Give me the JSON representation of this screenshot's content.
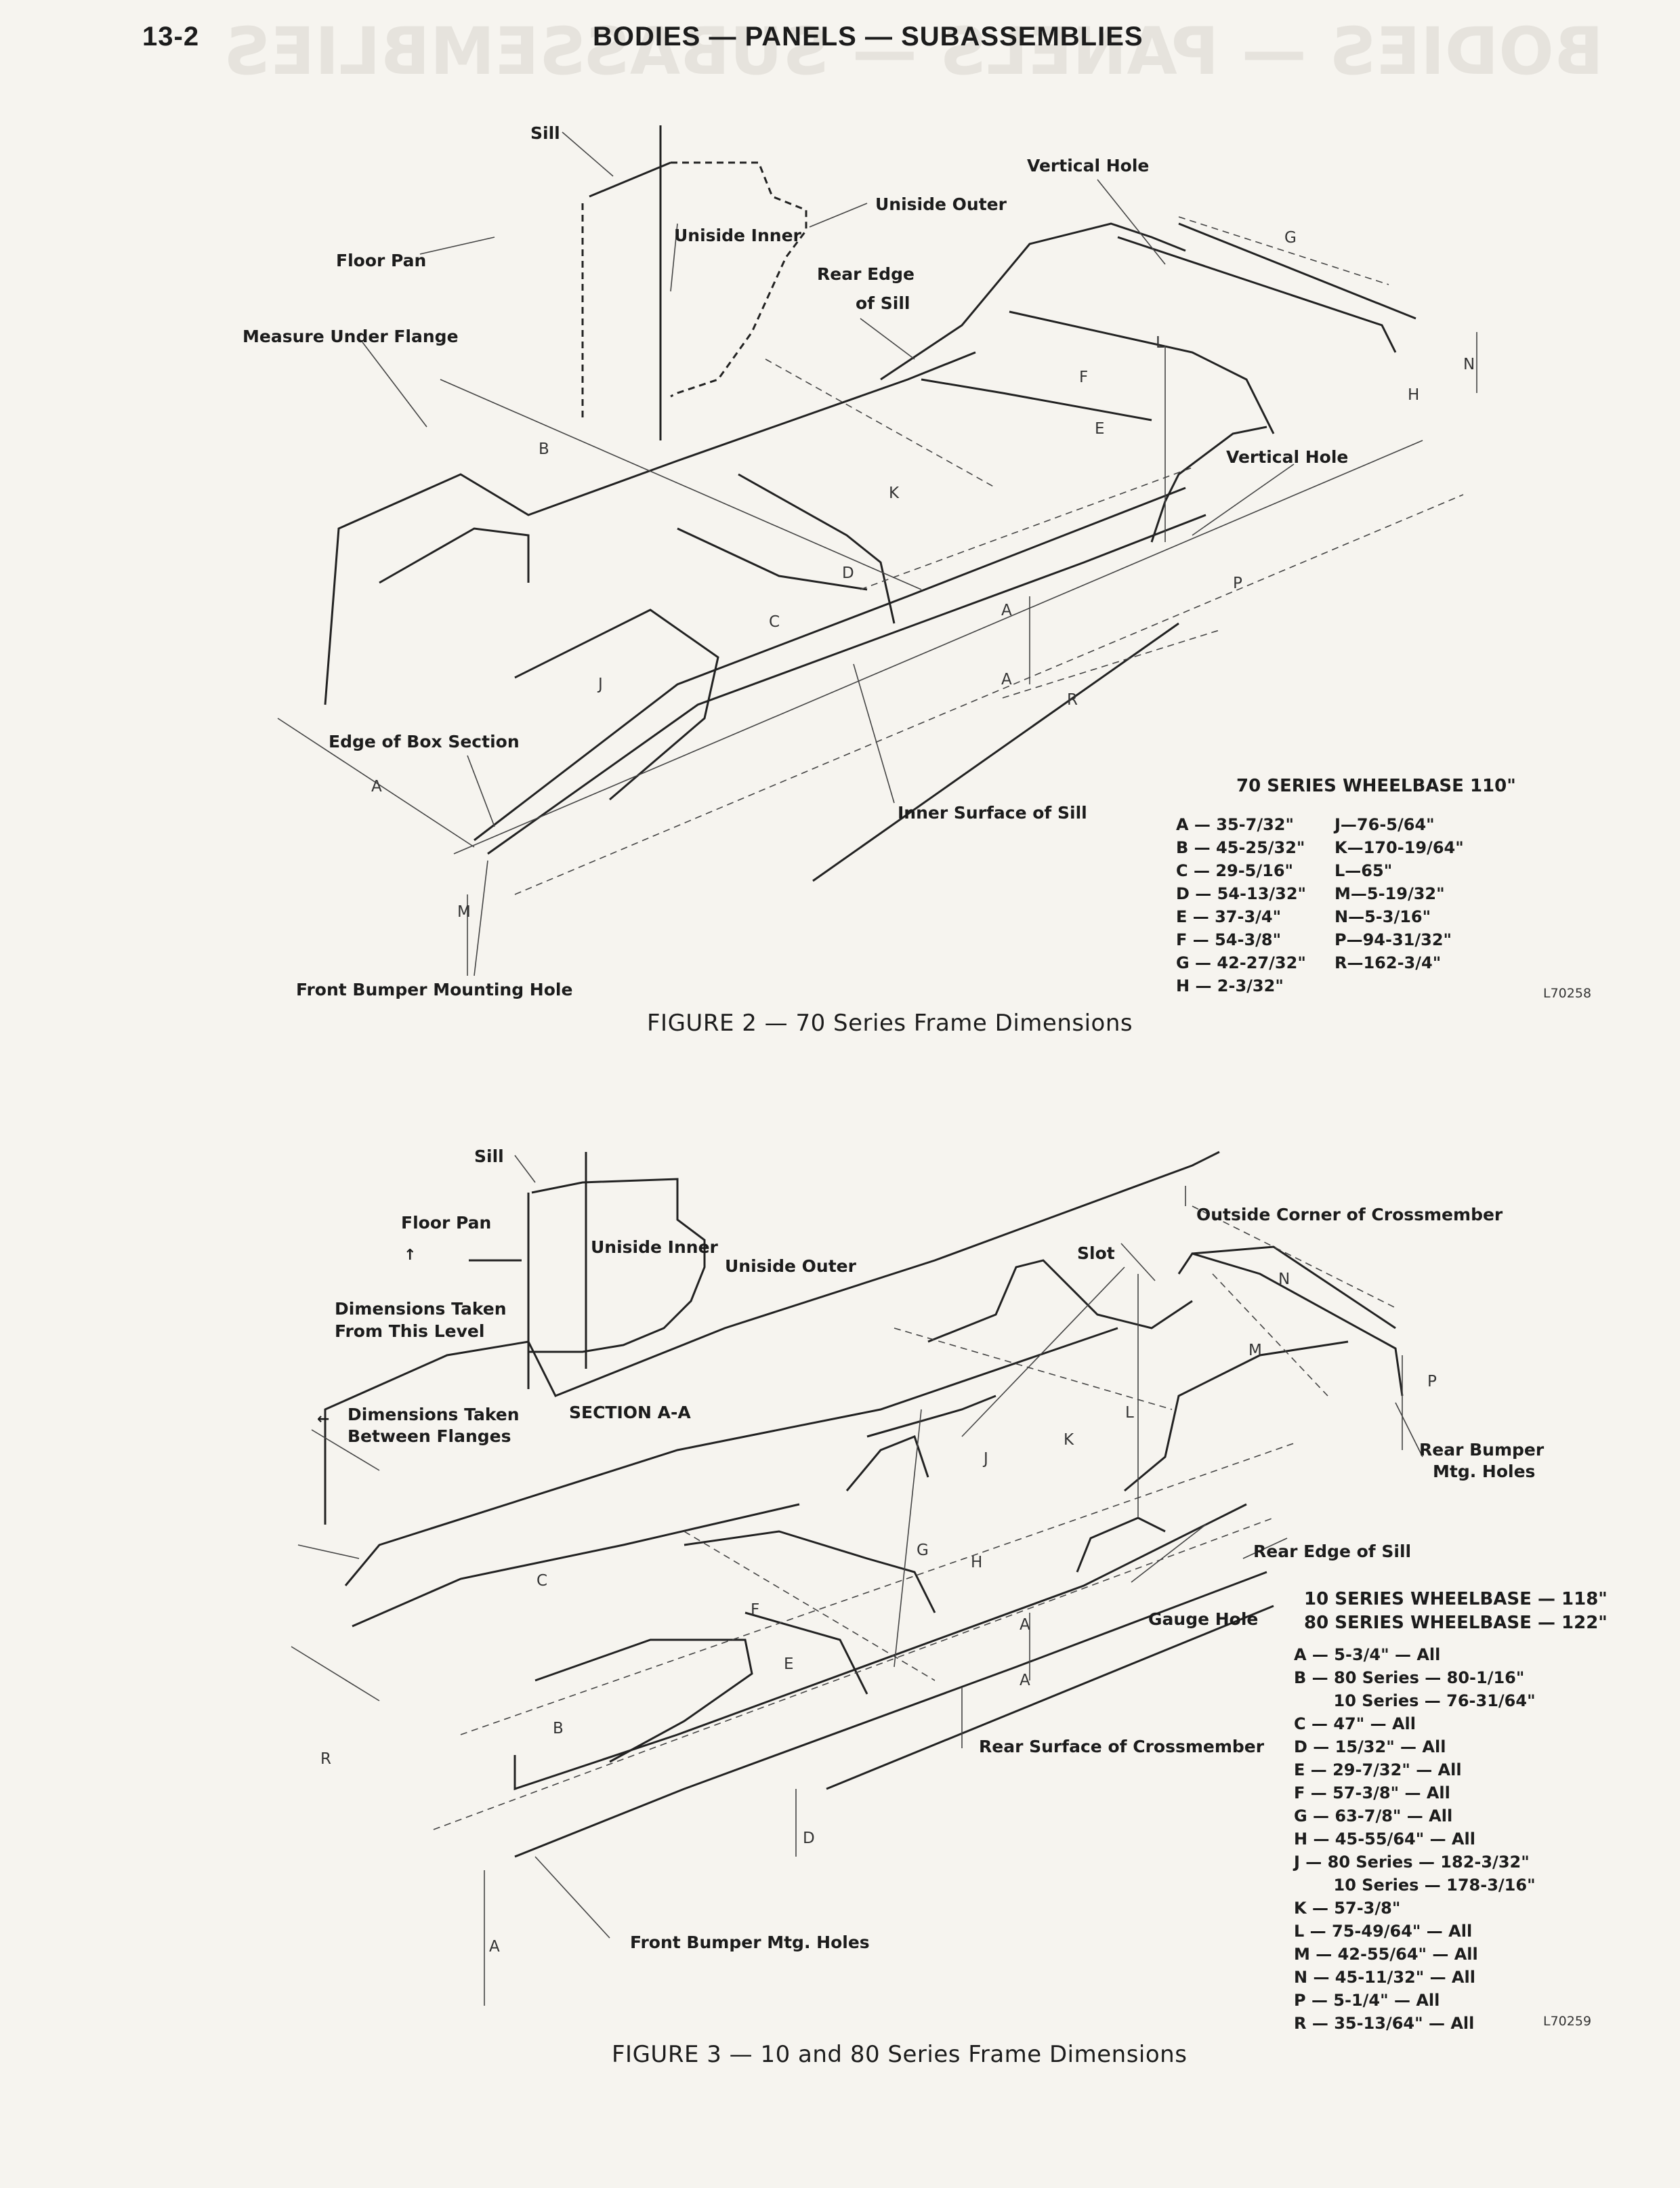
{
  "page": {
    "number": "13-2",
    "title": "BODIES — PANELS — SUBASSEMBLIES",
    "bleed_through": "BODIES — PANELS — SUBASSEMBLIES"
  },
  "fig2": {
    "caption": "FIGURE 2 — 70 Series Frame Dimensions",
    "ref": "L70258",
    "labels": {
      "sill": "Sill",
      "floor_pan": "Floor Pan",
      "measure_under_flange": "Measure Under Flange",
      "uniside_inner": "Uniside Inner",
      "uniside_outer": "Uniside Outer",
      "rear_edge_of_sill_1": "Rear Edge",
      "rear_edge_of_sill_2": "of Sill",
      "vertical_hole_top": "Vertical Hole",
      "vertical_hole_right": "Vertical Hole",
      "edge_of_box_section": "Edge of Box Section",
      "inner_surface_of_sill": "Inner Surface of Sill",
      "front_bumper_mounting_hole": "Front Bumper Mounting Hole"
    },
    "letters": [
      "A",
      "B",
      "C",
      "D",
      "E",
      "F",
      "G",
      "H",
      "J",
      "K",
      "L",
      "M",
      "N",
      "P",
      "R"
    ],
    "spec_title": "70 SERIES WHEELBASE 110\"",
    "specs_left": [
      "A — 35-7/32\"",
      "B — 45-25/32\"",
      "C — 29-5/16\"",
      "D — 54-13/32\"",
      "E — 37-3/4\"",
      "F — 54-3/8\"",
      "G — 42-27/32\"",
      "H — 2-3/32\""
    ],
    "specs_right": [
      "J—76-5/64\"",
      "K—170-19/64\"",
      "L—65\"",
      "M—5-19/32\"",
      "N—5-3/16\"",
      "P—94-31/32\"",
      "R—162-3/4\""
    ]
  },
  "fig3": {
    "caption": "FIGURE 3 — 10 and 80 Series Frame Dimensions",
    "ref": "L70259",
    "labels": {
      "sill": "Sill",
      "floor_pan": "Floor Pan",
      "uniside_inner": "Uniside Inner",
      "uniside_outer": "Uniside Outer",
      "dims_level_1": "Dimensions Taken",
      "dims_level_2": "From This Level",
      "dims_flanges_1": "Dimensions Taken",
      "dims_flanges_2": "Between Flanges",
      "section": "SECTION A-A",
      "outside_corner": "Outside Corner of Crossmember",
      "slot": "Slot",
      "rear_bumper_1": "Rear Bumper",
      "rear_bumper_2": "Mtg. Holes",
      "rear_edge_of_sill": "Rear Edge of Sill",
      "gauge_hole": "Gauge Hole",
      "rear_surface_crossmember": "Rear Surface of Crossmember",
      "front_bumper_mtg_holes": "Front Bumper Mtg. Holes"
    },
    "spec_title_1": "10 SERIES WHEELBASE — 118\"",
    "spec_title_2": "80 SERIES WHEELBASE — 122\"",
    "specs": [
      "A — 5-3/4\" — All",
      "B — 80 Series — 80-1/16\"",
      "       10 Series — 76-31/64\"",
      "C — 47\" — All",
      "D — 15/32\" — All",
      "E — 29-7/32\" — All",
      "F — 57-3/8\" — All",
      "G — 63-7/8\" — All",
      "H — 45-55/64\" — All",
      "J — 80 Series — 182-3/32\"",
      "       10 Series — 178-3/16\"",
      "K — 57-3/8\"",
      "L — 75-49/64\" — All",
      "M — 42-55/64\" — All",
      "N — 45-11/32\" — All",
      "P — 5-1/4\" — All",
      "R — 35-13/64\" — All"
    ]
  }
}
